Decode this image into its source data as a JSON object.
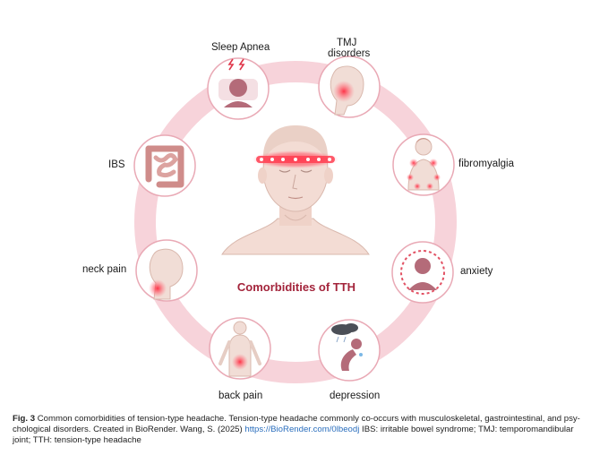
{
  "figure": {
    "center_title": "Comorbidities of TTH",
    "nodes": [
      {
        "id": "sleep-apnea",
        "label": "Sleep Apnea",
        "icon": "sleep-apnea-icon"
      },
      {
        "id": "tmj",
        "label_line1": "TMJ",
        "label_line2": "disorders",
        "icon": "tmj-face-icon"
      },
      {
        "id": "fibromyalgia",
        "label": "fibromyalgia",
        "icon": "fibromyalgia-body-icon"
      },
      {
        "id": "anxiety",
        "label": "anxiety",
        "icon": "anxiety-person-icon"
      },
      {
        "id": "depression",
        "label": "depression",
        "icon": "depression-person-icon"
      },
      {
        "id": "back-pain",
        "label": "back pain",
        "icon": "back-pain-body-icon"
      },
      {
        "id": "neck-pain",
        "label": "neck pain",
        "icon": "neck-pain-head-icon"
      },
      {
        "id": "ibs",
        "label": "IBS",
        "icon": "intestine-icon"
      }
    ],
    "colors": {
      "ring": "#f7d3da",
      "node_border": "#e9a9b5",
      "pain": "#ff3b4e",
      "skin": "#f3dcd4",
      "mauve": "#b46b79",
      "title": "#a3243b"
    }
  },
  "caption": {
    "fig_label": "Fig. 3",
    "text_part1": "  Common comorbidities of tension-type headache. Tension-type headache commonly co-occurs with musculoskeletal, gastrointestinal, and psy-chological disorders. Created in BioRender. Wang, S. (2025) ",
    "link": "https://BioRender.com/0lbeodj",
    "text_part2": " IBS: irritable bowel syndrome; TMJ: temporomandibular joint; TTH: tension-type headache"
  }
}
